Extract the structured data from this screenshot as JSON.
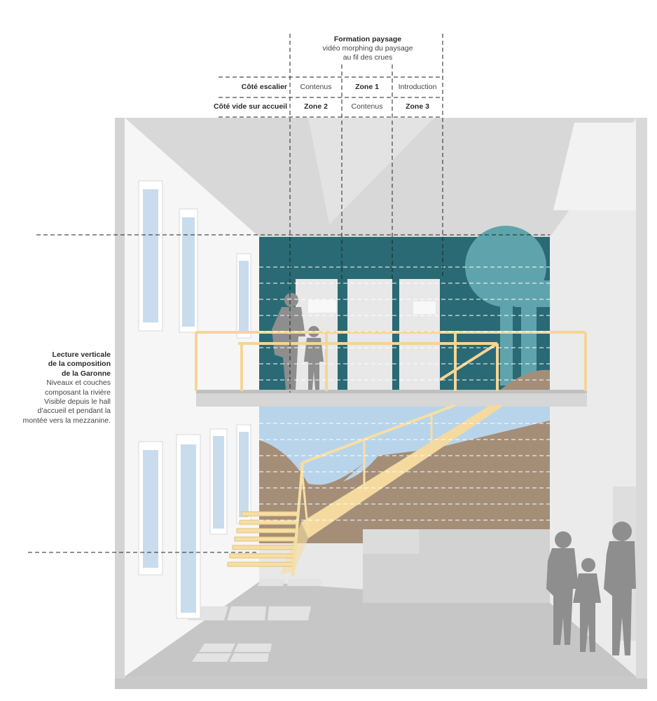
{
  "header": {
    "title": "Formation paysage",
    "subtitle_line1": "vidéo morphing du paysage",
    "subtitle_line2": "au fil des crues"
  },
  "rows": [
    {
      "label": "Côté escalier",
      "cells": [
        {
          "text": "Contenus",
          "bold": false
        },
        {
          "text": "Zone 1",
          "bold": true
        },
        {
          "text": "Introduction",
          "bold": false
        }
      ]
    },
    {
      "label": "Côté vide sur accueil",
      "cells": [
        {
          "text": "Zone 2",
          "bold": true
        },
        {
          "text": "Contenus",
          "bold": false
        },
        {
          "text": "Zone 3",
          "bold": true
        }
      ]
    }
  ],
  "annotation": {
    "title_line1": "Lecture verticale",
    "title_line2": "de la composition",
    "title_line3": "de la Garonne",
    "body_line1": "Niveaux et couches",
    "body_line2": "composant la rivière",
    "body_line3": "Visible depuis le hall",
    "body_line4": "d’accueil et pendant la",
    "body_line5": "montée vers la mezzanine."
  },
  "colors": {
    "teal_wall": "#2a6a74",
    "tree": "#5fa4ac",
    "sand": "#a48e78",
    "sky": "#b8d4ea",
    "wood": "#f7dea4",
    "wall": "#f2f2f2",
    "floor": "#c4c4c4",
    "silhouette": "#8e8e8e"
  }
}
